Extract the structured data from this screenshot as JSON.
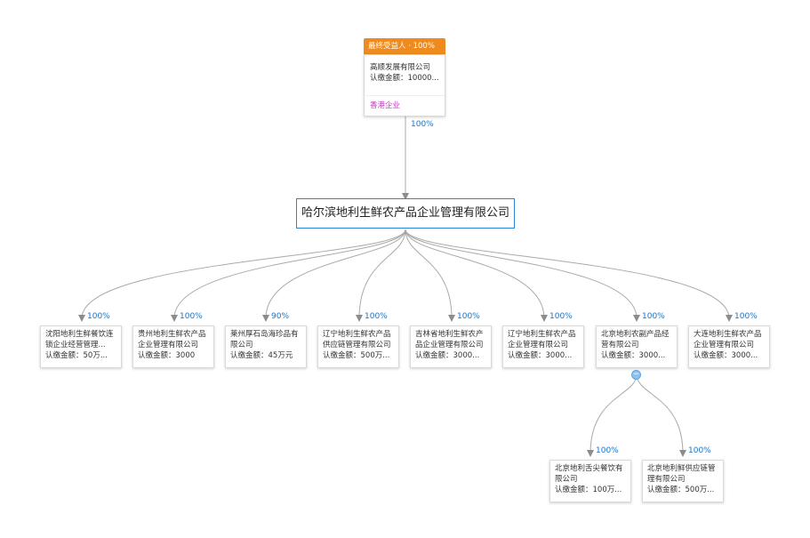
{
  "top_shareholder": {
    "tag": "最终受益人 · 100%",
    "name": "高顺发展有限公司",
    "amount": "认缴金额：10000...",
    "link": "香港企业",
    "percent": "100%"
  },
  "root": {
    "name": "哈尔滨地利生鲜农产品企业管理有限公司"
  },
  "subsidiaries": [
    {
      "name": "沈阳地利生鲜餐饮连锁企业经营管理...",
      "amount": "认缴金额：50万...",
      "percent": "100%"
    },
    {
      "name": "贵州地利生鲜农产品企业管理有限公司",
      "amount": "认缴金额：3000",
      "percent": "100%"
    },
    {
      "name": "莱州厚石岛海珍品有限公司",
      "amount": "认缴金额：45万元",
      "percent": "90%"
    },
    {
      "name": "辽宁地利生鲜农产品供应链管理有限公司",
      "amount": "认缴金额：500万...",
      "percent": "100%"
    },
    {
      "name": "吉林省地利生鲜农产品企业管理有限公司",
      "amount": "认缴金额：3000...",
      "percent": "100%"
    },
    {
      "name": "辽宁地利生鲜农产品企业管理有限公司",
      "amount": "认缴金额：3000...",
      "percent": "100%"
    },
    {
      "name": "北京地利农副产品经营有限公司",
      "amount": "认缴金额：3000...",
      "percent": "100%"
    },
    {
      "name": "大连地利生鲜农产品企业管理有限公司",
      "amount": "认缴金额：3000...",
      "percent": "100%"
    }
  ],
  "grandchildren": [
    {
      "name": "北京地利舌尖餐饮有限公司",
      "amount": "认缴金额：100万...",
      "percent": "100%"
    },
    {
      "name": "北京地利鲜供应链管理有限公司",
      "amount": "认缴金额：500万...",
      "percent": "100%"
    }
  ],
  "collapse_symbol": "−",
  "colors": {
    "link_line": "#a9a9a9",
    "percent_text": "#1a73c8",
    "root_border": "#2b85d6",
    "tag_bg": "#ef8a1e",
    "hk_link": "#c23bbf"
  }
}
